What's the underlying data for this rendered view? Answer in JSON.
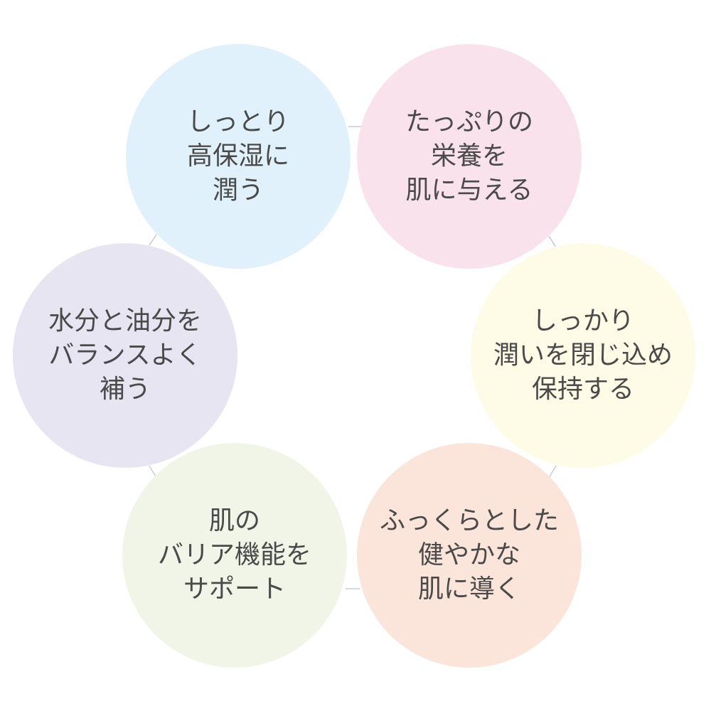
{
  "colors": {
    "connector": "#b9bfd6",
    "text": "#4a4a4a"
  },
  "circles": [
    {
      "color": "#e1f1fb",
      "lines": [
        "しっとり",
        "高保湿に",
        "潤う"
      ]
    },
    {
      "color": "#fae2ec",
      "lines": [
        "たっぷりの",
        "栄養を",
        "肌に与える"
      ]
    },
    {
      "color": "#fefbe6",
      "lines": [
        "しっかり",
        "潤いを閉じ込め",
        "保持する"
      ]
    },
    {
      "color": "#fbe4da",
      "lines": [
        "ふっくらとした",
        "健やかな",
        "肌に導く"
      ]
    },
    {
      "color": "#f1f5e7",
      "lines": [
        "肌の",
        "バリア機能を",
        "サポート"
      ]
    },
    {
      "color": "#e7e5f1",
      "lines": [
        "水分と油分を",
        "バランスよく",
        "補う"
      ]
    }
  ]
}
